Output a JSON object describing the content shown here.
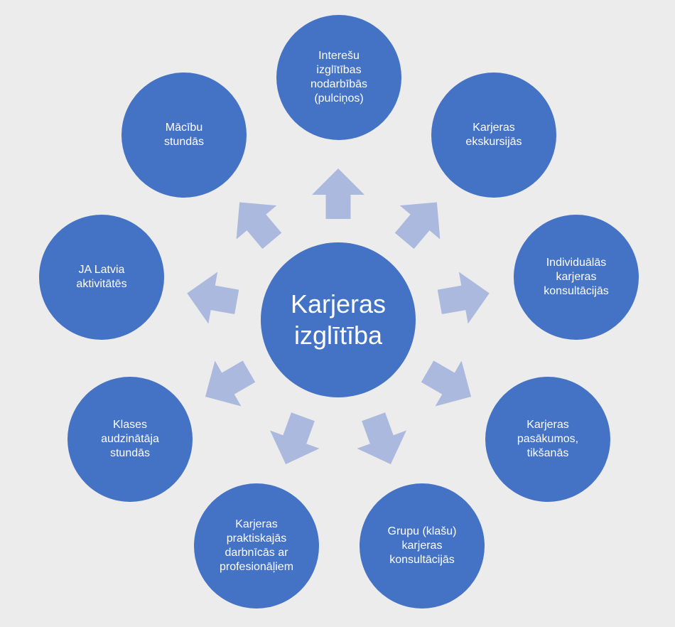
{
  "center": {
    "label": "Karjeras\nizglītība"
  },
  "nodes": [
    {
      "id": "interesu",
      "label": "Interešu\nizglītības\nnodarbībās\n(pulciņos)"
    },
    {
      "id": "ekskursijas",
      "label": "Karjeras\nekskursijās"
    },
    {
      "id": "individualas",
      "label": "Individuālās\nkarjeras\nkonsultācijās"
    },
    {
      "id": "pasakumos",
      "label": "Karjeras\npasākumos,\ntikšanās"
    },
    {
      "id": "grupu",
      "label": "Grupu (klašu)\nkarjeras\nkonsultācijās"
    },
    {
      "id": "praktiskajas",
      "label": "Karjeras\npraktiskajās\ndarbnīcās ar\nprofesionāļiem"
    },
    {
      "id": "klases",
      "label": "Klases\naudzinātāja\nstundās"
    },
    {
      "id": "ja-latvia",
      "label": "JA Latvia\naktivitātēs"
    },
    {
      "id": "macibu",
      "label": "Mācību\nstundās"
    }
  ],
  "colors": {
    "background": "#ececec",
    "node": "#4472c4",
    "arrow": "#aab9dd",
    "text": "#ffffff"
  }
}
